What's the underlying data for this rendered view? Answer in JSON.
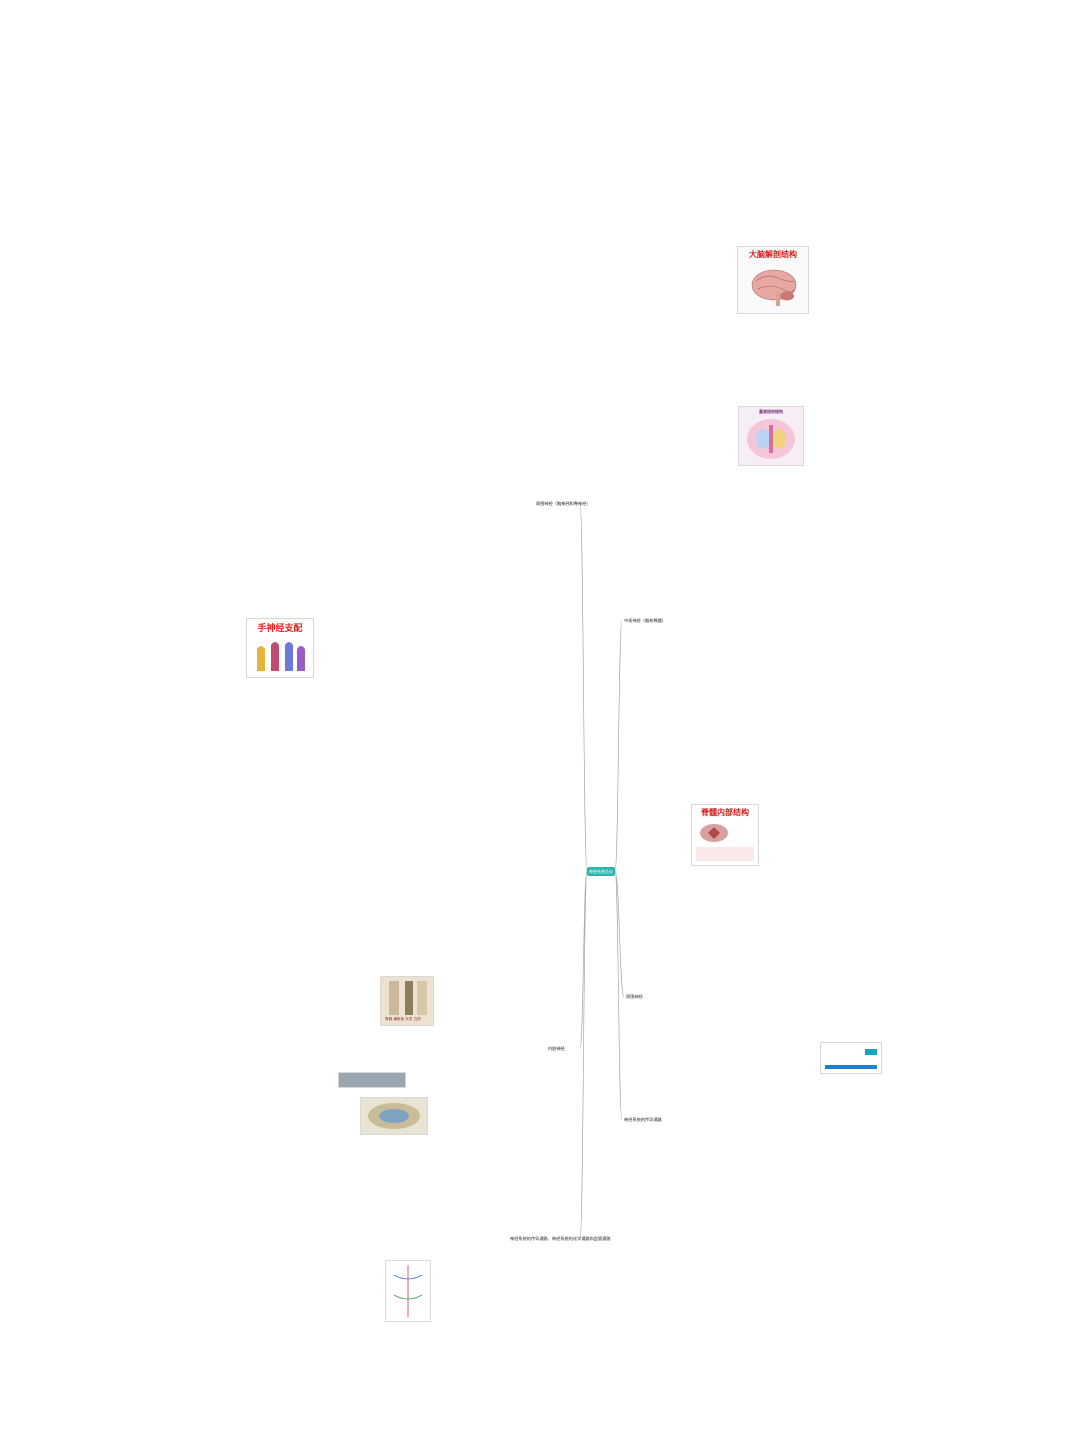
{
  "root": {
    "label": "神经系统总论"
  },
  "right_branches": [
    {
      "label": "中枢神经（脑和脊髓）"
    },
    {
      "label": "周围神经"
    },
    {
      "label": "神经系统的传导通路"
    }
  ],
  "left_branches": [
    {
      "label": "周围神经（脑神经和脊神经）"
    },
    {
      "label": "内脏神经"
    },
    {
      "label": "神经系统的传导通路、神经系统的化学通路和血管通路"
    }
  ],
  "images": {
    "brain": {
      "title": "大脑解剖结构"
    },
    "brain_section": {
      "title": "基底核的结构"
    },
    "hand": {
      "title": "手神经支配"
    },
    "spinal": {
      "title": "脊髓内部结构"
    },
    "photo1": {
      "caption": "脊髓 横断面 灰质 白质"
    }
  },
  "colors": {
    "root": "#2bb5ad",
    "line": "#9a9a9a",
    "text": "#333333",
    "image_title": "#d62020"
  }
}
